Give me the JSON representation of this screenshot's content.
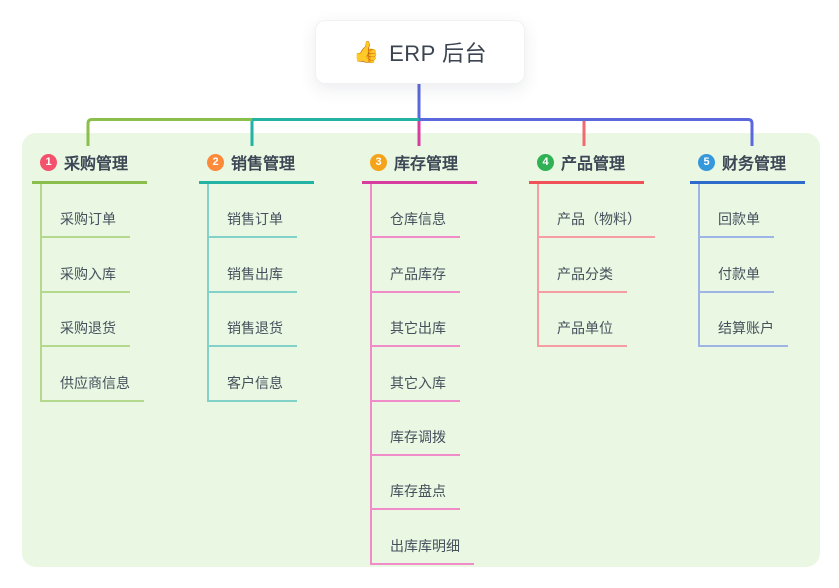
{
  "root": {
    "icon": "thumbs-up-icon",
    "icon_glyph": "👍",
    "title": "ERP 后台"
  },
  "colors": {
    "canvas_bg": "#ffffff",
    "panel_bg": "#e9f7e3",
    "trunk_line": "#5b68dd"
  },
  "branches": [
    {
      "badge": "1",
      "title": "采购管理",
      "badge_color": "#f4516c",
      "line_color": "#8bbf4b",
      "leaf_line_color": "#b4d98d",
      "drop_color": "#8bbf4b",
      "items": [
        "采购订单",
        "采购入库",
        "采购退货",
        "供应商信息"
      ]
    },
    {
      "badge": "2",
      "title": "销售管理",
      "badge_color": "#fb8a3a",
      "line_color": "#22b3a4",
      "leaf_line_color": "#82d2c9",
      "drop_color": "#22b3a4",
      "items": [
        "销售订单",
        "销售出库",
        "销售退货",
        "客户信息"
      ]
    },
    {
      "badge": "3",
      "title": "库存管理",
      "badge_color": "#f5a31a",
      "line_color": "#d63d9f",
      "leaf_line_color": "#f08cc7",
      "drop_color": "#d63d9f",
      "items": [
        "仓库信息",
        "产品库存",
        "其它出库",
        "其它入库",
        "库存调拨",
        "库存盘点",
        "出库库明细"
      ]
    },
    {
      "badge": "4",
      "title": "产品管理",
      "badge_color": "#30b155",
      "line_color": "#ef5158",
      "leaf_line_color": "#f59da2",
      "drop_color": "#f16a70",
      "items": [
        "产品（物料）",
        "产品分类",
        "产品单位"
      ]
    },
    {
      "badge": "5",
      "title": "财务管理",
      "badge_color": "#3598db",
      "line_color": "#2e6ccb",
      "leaf_line_color": "#9db4e4",
      "drop_color": "#5b68dd",
      "items": [
        "回款单",
        "付款单",
        "结算账户"
      ]
    }
  ]
}
